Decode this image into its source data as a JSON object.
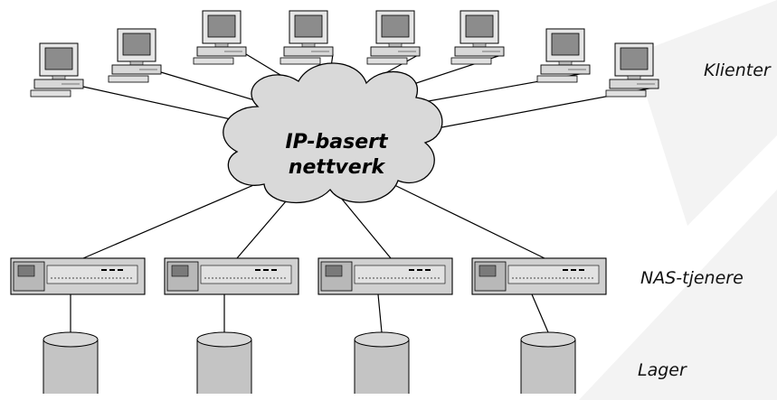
{
  "diagram": {
    "network_label_line1": "IP-basert",
    "network_label_line2": "nettverk",
    "tier_labels": {
      "clients": "Klienter",
      "servers": "NAS-tjenere",
      "storage": "Lager"
    },
    "client_count": 8,
    "server_count": 4,
    "storage_count": 4,
    "colors": {
      "line": "#000000",
      "cloud_fill": "#d9d9d9",
      "device_fill": "#cfcfcf",
      "device_dark": "#7a7a7a",
      "screen": "#8c8c8c",
      "storage_fill": "#c4c4c4",
      "watermark": "#f3f3f3"
    }
  }
}
